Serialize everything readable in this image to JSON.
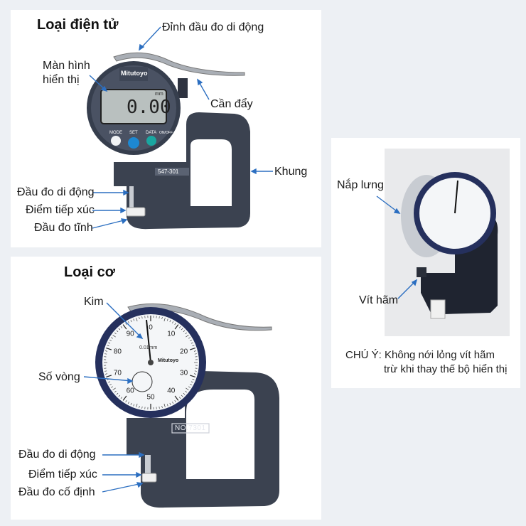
{
  "digital": {
    "title": "Loại điện tử",
    "display_brand": "Mitutoyo",
    "display_value": "0.00",
    "display_unit": "mm",
    "button_mode": "MODE",
    "button_set": "SET",
    "button_data": "DATA",
    "button_onoff": "ON/OFF",
    "model_plate": "547-301",
    "labels": {
      "tip": "Đỉnh đầu đo di động",
      "screen_line1": "Màn hình",
      "screen_line2": "hiển thị",
      "lever": "Cần đẩy",
      "frame": "Khung",
      "movable_anvil": "Đầu đo di động",
      "contact_point": "Điểm tiếp xúc",
      "fixed_anvil": "Đầu đo tĩnh"
    }
  },
  "mechanical": {
    "title": "Loại cơ",
    "dial_brand": "Mitutoyo",
    "dial_unit": "0.01mm",
    "model_plate": "NO.7301",
    "dial_numbers": [
      "0",
      "10",
      "20",
      "30",
      "40",
      "50",
      "60",
      "70",
      "80",
      "90"
    ],
    "labels": {
      "needle": "Kim",
      "revolution_counter": "Số vòng",
      "movable_anvil": "Đầu đo di động",
      "contact_point": "Điểm tiếp xúc",
      "fixed_anvil": "Đầu đo cố định"
    }
  },
  "photo": {
    "labels": {
      "back_cover": "Nắp lưng",
      "lock_screw": "Vít hãm"
    },
    "note_line1": "CHÚ Ý: Không nới lỏng vít hãm",
    "note_line2": "trừ khi thay thế bộ hiển thị"
  },
  "colors": {
    "frame": "#3b4250",
    "bezel": "#25305d",
    "lcd": "#b9c0bf",
    "arrow": "#2c6fc1",
    "button_blue": "#1d88d2",
    "button_teal": "#1aa6a0"
  }
}
